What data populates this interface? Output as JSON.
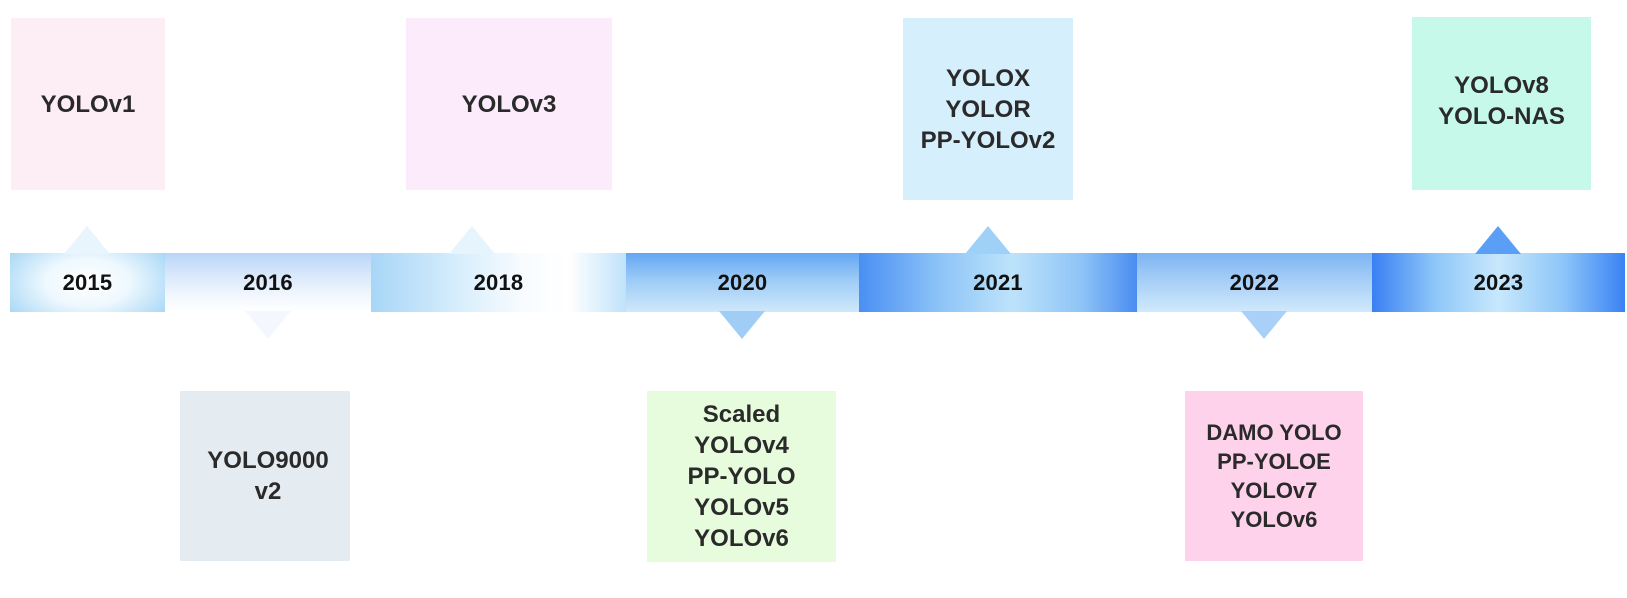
{
  "timeline": {
    "years": {
      "y2015": "2015",
      "y2016": "2016",
      "y2018": "2018",
      "y2020": "2020",
      "y2021": "2021",
      "y2022": "2022",
      "y2023": "2023"
    },
    "cards": {
      "c2015": [
        "YOLOv1"
      ],
      "c2016": [
        "YOLO9000",
        "v2"
      ],
      "c2018": [
        "YOLOv3"
      ],
      "c2020": [
        "Scaled",
        "YOLOv4",
        "PP-YOLO",
        "YOLOv5",
        "YOLOv6"
      ],
      "c2021": [
        "YOLOX",
        "YOLOR",
        "PP-YOLOv2"
      ],
      "c2022": [
        "DAMO YOLO",
        "PP-YOLOE",
        "YOLOv7",
        "YOLOv6"
      ],
      "c2023": [
        "YOLOv8",
        "YOLO-NAS"
      ]
    },
    "colors": {
      "card_2015": "#fdeef6",
      "card_2016": "#e4ebf1",
      "card_2018": "#fcecfb",
      "card_2020": "#e7fbdd",
      "card_2021": "#d6effc",
      "card_2022": "#fdd2ea",
      "card_2023": "#c6f9ea",
      "bar_light": "#eaf6fd",
      "bar_mid": "#a9d9f8",
      "bar_dark": "#3b83f4"
    }
  }
}
